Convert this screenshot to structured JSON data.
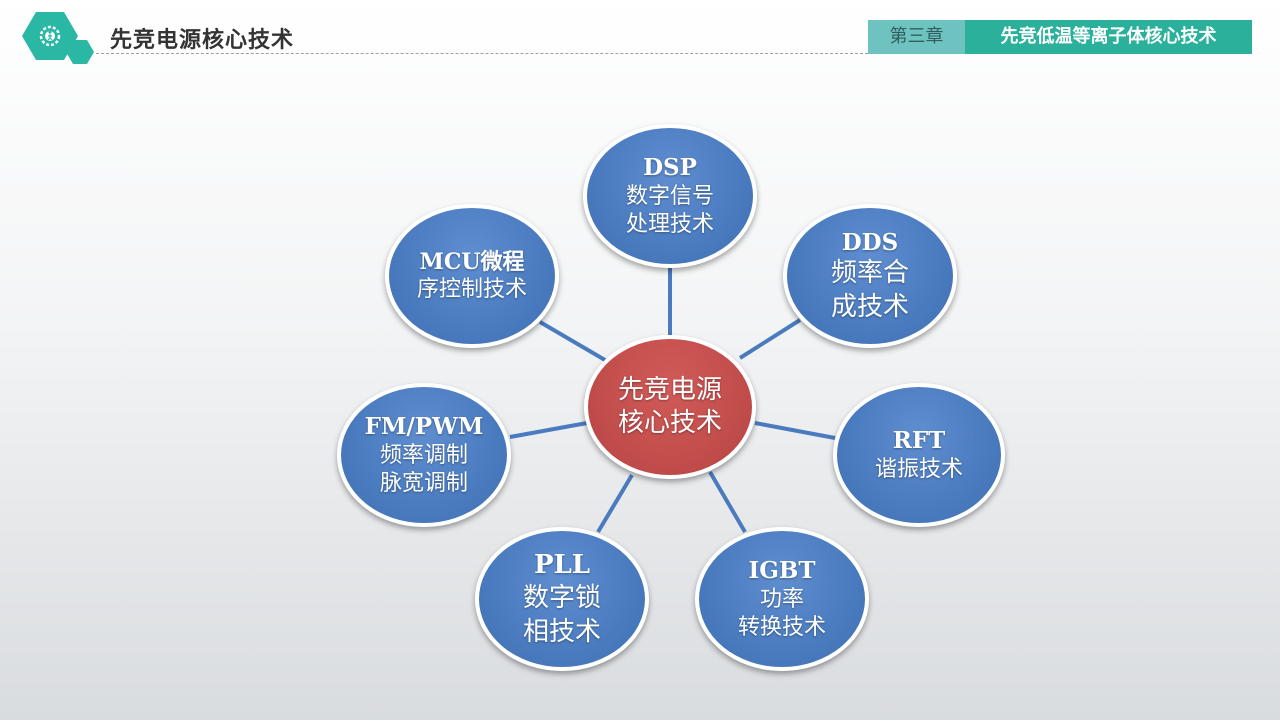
{
  "header": {
    "title": "先竞电源核心技术",
    "chapter": "第三章",
    "section": "先竞低温等离子体核心技术",
    "logo_icon": "gear-figure-icon",
    "accent_color": "#2ab7a4"
  },
  "diagram": {
    "center": {
      "lines": [
        "先竞电源",
        "核心技术"
      ],
      "color": "#c24e4c"
    },
    "node_color": "#4a7bbf",
    "nodes": {
      "dsp": {
        "lines": [
          "DSP",
          "数字信号",
          "处理技术"
        ]
      },
      "dds": {
        "lines": [
          "DDS",
          "频率合",
          "成技术"
        ]
      },
      "rft": {
        "lines": [
          "RFT",
          "谐振技术"
        ]
      },
      "igbt": {
        "lines": [
          "IGBT",
          "功率",
          "转换技术"
        ]
      },
      "pll": {
        "lines": [
          "PLL",
          "数字锁",
          "相技术"
        ]
      },
      "fmpwm": {
        "lines": [
          "FM/PWM",
          "频率调制",
          "脉宽调制"
        ]
      },
      "mcu": {
        "lines": [
          "MCU微程",
          "序控制技术"
        ]
      }
    }
  }
}
